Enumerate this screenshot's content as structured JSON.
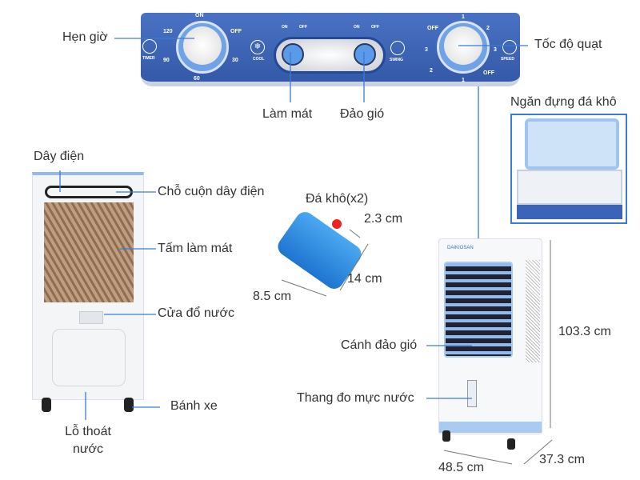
{
  "control_panel": {
    "timer_marks": [
      "ON",
      "OFF",
      "30",
      "60",
      "90",
      "120"
    ],
    "timer_label": "TIMER",
    "cool_label": "COOL",
    "swing_label": "SWING",
    "speed_label": "SPEED",
    "switch_on": "ON",
    "switch_off": "OFF",
    "speed_marks": [
      "1",
      "2",
      "3",
      "OFF",
      "3",
      "2",
      "1",
      "OFF"
    ]
  },
  "callouts": {
    "timer": "Hẹn giờ",
    "fan_speed": "Tốc độ quạt",
    "cooling": "Làm mát",
    "swing": "Đảo gió",
    "ice_compartment": "Ngăn đựng đá khô",
    "power_cord": "Dây điện",
    "cord_holder": "Chỗ cuộn dây điện",
    "cooling_pad": "Tấm làm mát",
    "water_inlet": "Cửa đổ nước",
    "wheels": "Bánh xe",
    "drain_hole": "Lỗ thoát nước",
    "ice_pack": "Đá khô(x2)",
    "louvers": "Cánh đảo gió",
    "water_gauge": "Thang đo mực nước"
  },
  "dimensions": {
    "ice_thickness": "2.3 cm",
    "ice_length": "14 cm",
    "ice_width": "8.5 cm",
    "height": "103.3 cm",
    "width": "48.5 cm",
    "depth": "37.3 cm"
  },
  "brand": "DAIKIOSAN",
  "colors": {
    "panel_blue": "#3b63b8",
    "accent_blue": "#7fb0ea",
    "line_blue": "#3a7bd5",
    "ice_blue": "#2f8fe0"
  }
}
